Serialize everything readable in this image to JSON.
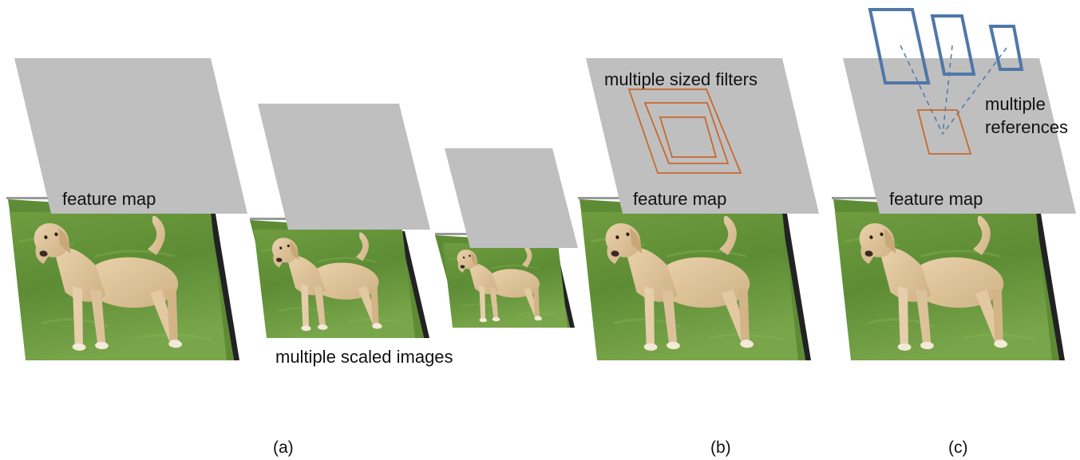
{
  "labels": {
    "feature_map": "feature map",
    "multiple_scaled_images": "multiple scaled images",
    "multiple_sized_filters": "multiple sized filters",
    "multiple_references_line1": "multiple",
    "multiple_references_line2": "references"
  },
  "panels": {
    "a": "(a)",
    "b": "(b)",
    "c": "(c)"
  },
  "colors": {
    "feature_map_fill": "#bfbfbf",
    "filter_box": "#c66a2e",
    "reference_box": "#4f77a8",
    "grass_dark": "#4f7e2d",
    "grass_light": "#79a84a",
    "dog_fur": "#dcc29b",
    "image_edge": "#222222"
  },
  "icons": [
    "dog-photo"
  ]
}
